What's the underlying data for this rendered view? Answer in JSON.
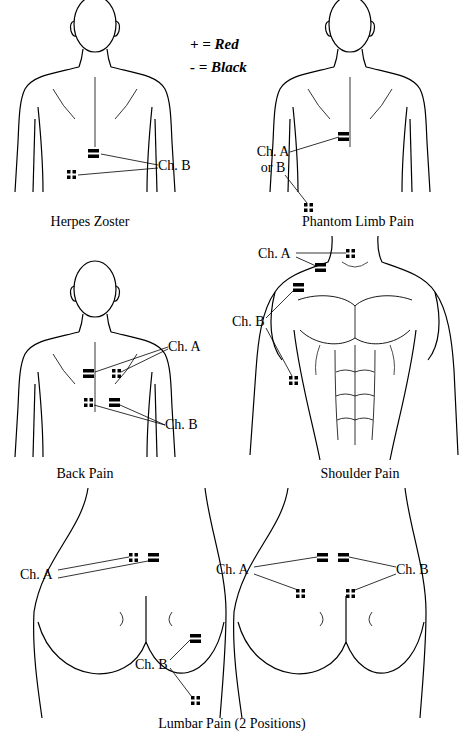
{
  "diagram": {
    "labels": [
      "+ = Red",
      "- = Black",
      "Ch. B",
      "Herpes Zoster",
      "Ch. A or B",
      "Phantom Limb Pain",
      "Ch. A",
      "Ch. B",
      "Back Pain",
      "Ch. A",
      "Ch. B",
      "Shoulder Pain",
      "Ch. A",
      "Ch. B",
      "Ch. A",
      "Ch. B",
      "Lumbar Pain (2 Positions)"
    ]
  }
}
